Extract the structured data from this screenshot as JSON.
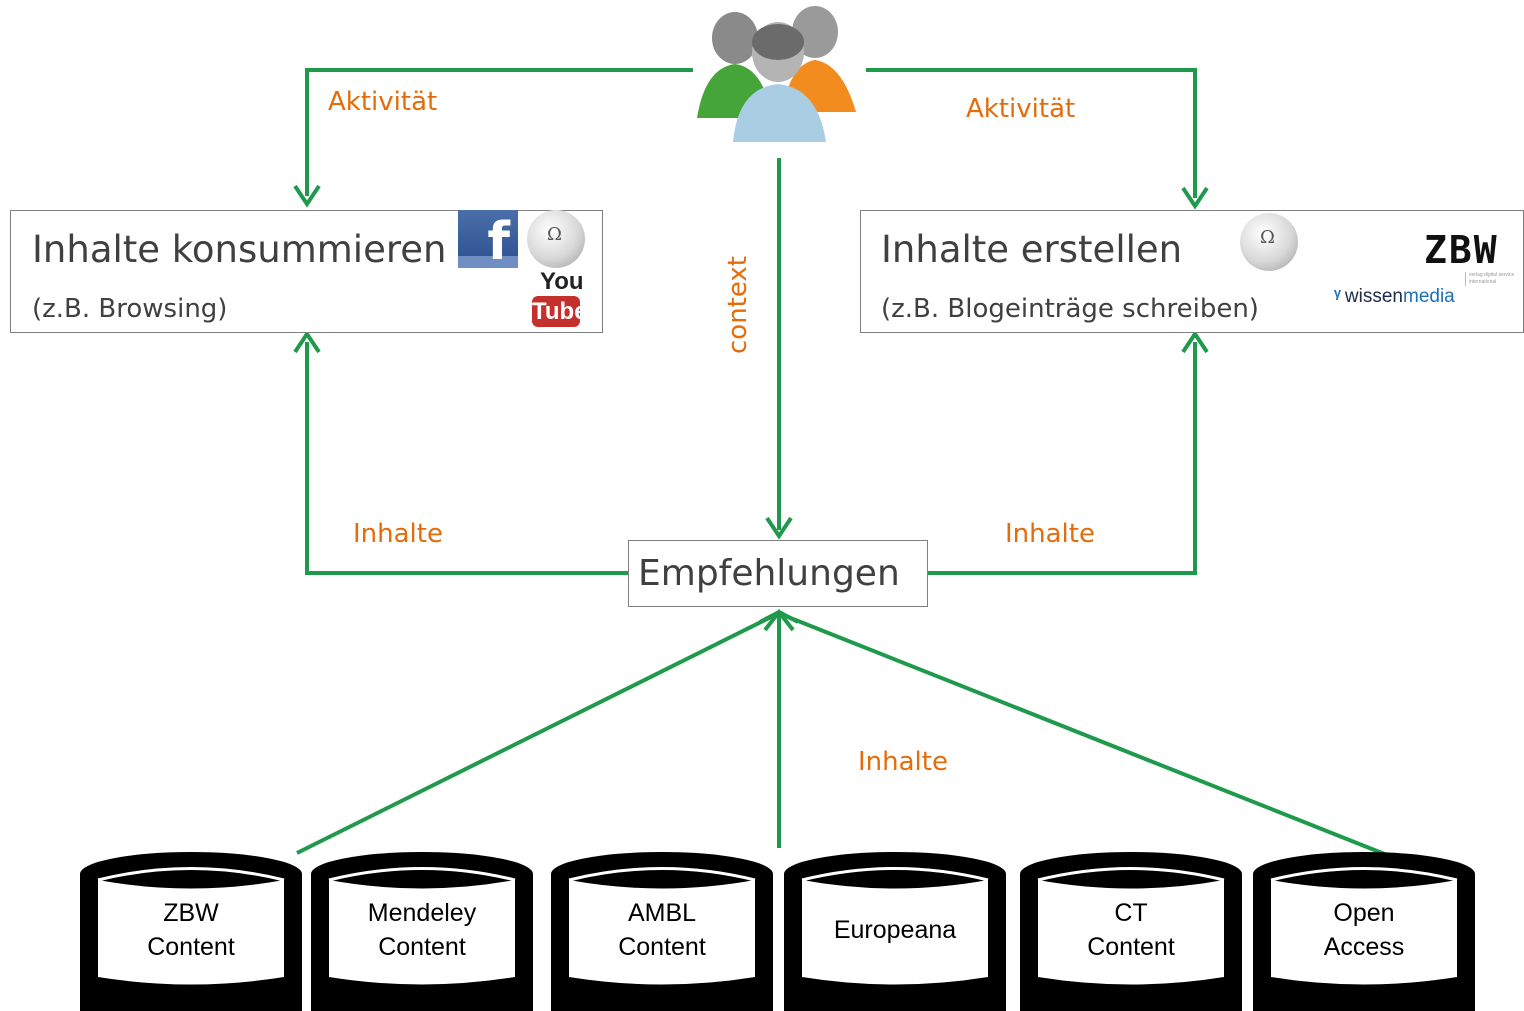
{
  "top_icon": "users-group-icon",
  "boxes": {
    "consume": {
      "title": "Inhalte konsummieren",
      "subtitle": "(z.B. Browsing)",
      "logos": [
        "facebook-logo",
        "wikipedia-logo",
        "youtube-logo"
      ]
    },
    "create": {
      "title": "Inhalte erstellen",
      "subtitle": "(z.B. Blogeinträge schreiben)",
      "logos": [
        "wikipedia-logo",
        "zbw-logo",
        "wissenmedia-logo"
      ]
    },
    "recommend": {
      "title": "Empfehlungen"
    }
  },
  "logo_text": {
    "facebook": "f",
    "youtube_you": "You",
    "youtube_tube": "Tube",
    "zbw": "ZBW",
    "wissen": "wissen",
    "media": "media",
    "wissenmedia_tag": "verlag digital service international"
  },
  "edge_labels": {
    "activity_left": "Aktivität",
    "activity_right": "Aktivität",
    "context": "context",
    "contents_left": "Inhalte",
    "contents_right": "Inhalte",
    "contents_bottom": "Inhalte"
  },
  "databases": [
    {
      "line1": "ZBW",
      "line2": "Content"
    },
    {
      "line1": "Mendeley",
      "line2": "Content"
    },
    {
      "line1": "AMBL",
      "line2": "Content"
    },
    {
      "line1": "Europeana",
      "line2": ""
    },
    {
      "line1": "CT",
      "line2": "Content"
    },
    {
      "line1": "Open",
      "line2": "Access"
    }
  ],
  "colors": {
    "arrow": "#1f9a4c",
    "label": "#e46c0a",
    "text": "#404040",
    "box_border": "#7f7f7f"
  }
}
